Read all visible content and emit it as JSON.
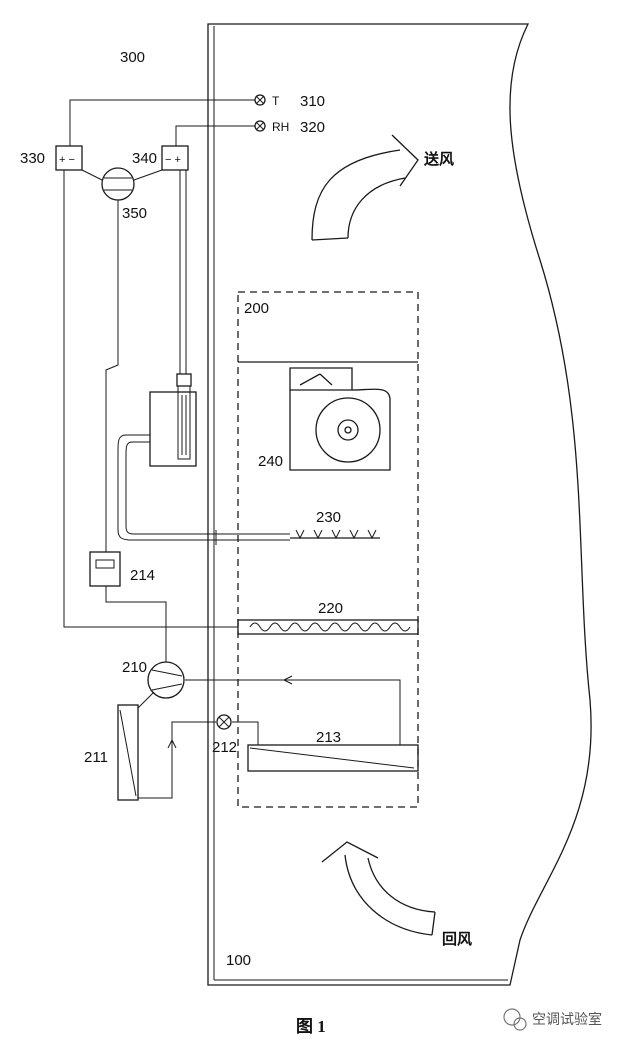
{
  "labels": {
    "controller": "300",
    "temp_sensor_symbol": "T",
    "temp_sensor": "310",
    "rh_sensor_symbol": "RH",
    "rh_sensor": "320",
    "temp_controller": "330",
    "rh_controller": "340",
    "power_unit": "350",
    "supply_air": "送风",
    "unit_box": "200",
    "fan": "240",
    "spray_nozzles": "230",
    "electric_heater": "220",
    "meter": "214",
    "compressor": "210",
    "condenser": "211",
    "expansion_valve": "212",
    "evaporator": "213",
    "return_air": "回风",
    "room": "100",
    "plus_minus_330": "+ −",
    "minus_plus_340": "− +"
  },
  "caption": "图 1",
  "watermark": "空调试验室"
}
